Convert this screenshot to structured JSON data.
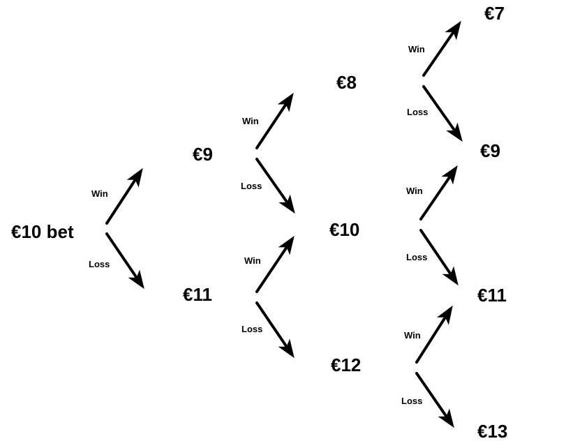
{
  "diagram": {
    "colors": {
      "background": "#ffffff",
      "ink": "#000000"
    },
    "nodes": [
      {
        "id": "root",
        "label": "€10 bet"
      },
      {
        "id": "l1-top",
        "label": "€9"
      },
      {
        "id": "l1-bottom",
        "label": "€11"
      },
      {
        "id": "l2-top",
        "label": "€8"
      },
      {
        "id": "l2-mid",
        "label": "€10"
      },
      {
        "id": "l2-bottom",
        "label": "€12"
      },
      {
        "id": "l3-1",
        "label": "€7"
      },
      {
        "id": "l3-2",
        "label": "€9"
      },
      {
        "id": "l3-3",
        "label": "€11"
      },
      {
        "id": "l3-4",
        "label": "€13"
      }
    ],
    "edges": [
      {
        "from": "root",
        "to": "l1-top",
        "label": "Win"
      },
      {
        "from": "root",
        "to": "l1-bottom",
        "label": "Loss"
      },
      {
        "from": "l1-top",
        "to": "l2-top",
        "label": "Win"
      },
      {
        "from": "l1-top",
        "to": "l2-mid",
        "label": "Loss"
      },
      {
        "from": "l1-bottom",
        "to": "l2-mid",
        "label": "Win"
      },
      {
        "from": "l1-bottom",
        "to": "l2-bottom",
        "label": "Loss"
      },
      {
        "from": "l2-top",
        "to": "l3-1",
        "label": "Win"
      },
      {
        "from": "l2-top",
        "to": "l3-2",
        "label": "Loss"
      },
      {
        "from": "l2-mid",
        "to": "l3-2",
        "label": "Win"
      },
      {
        "from": "l2-mid",
        "to": "l3-3",
        "label": "Loss"
      },
      {
        "from": "l2-bottom",
        "to": "l3-3",
        "label": "Win"
      },
      {
        "from": "l2-bottom",
        "to": "l3-4",
        "label": "Loss"
      }
    ]
  }
}
